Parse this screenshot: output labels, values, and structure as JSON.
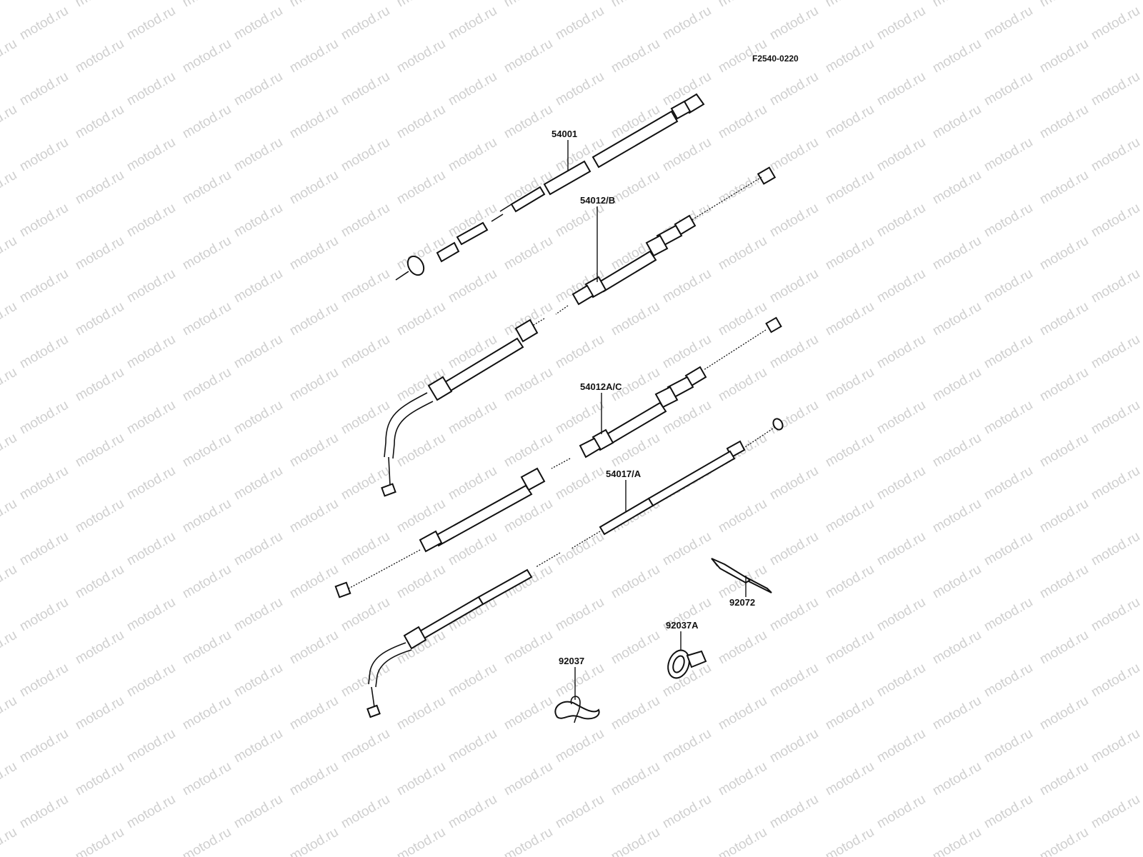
{
  "diagram": {
    "figure_code": "F2540-0220",
    "watermark": "motod.ru",
    "parts": [
      {
        "id": "54001",
        "label": "54001"
      },
      {
        "id": "54012B",
        "label": "54012/B"
      },
      {
        "id": "54012AC",
        "label": "54012A/C"
      },
      {
        "id": "54017A",
        "label": "54017/A"
      },
      {
        "id": "92072",
        "label": "92072"
      },
      {
        "id": "92037A",
        "label": "92037A"
      },
      {
        "id": "92037",
        "label": "92037"
      }
    ]
  }
}
